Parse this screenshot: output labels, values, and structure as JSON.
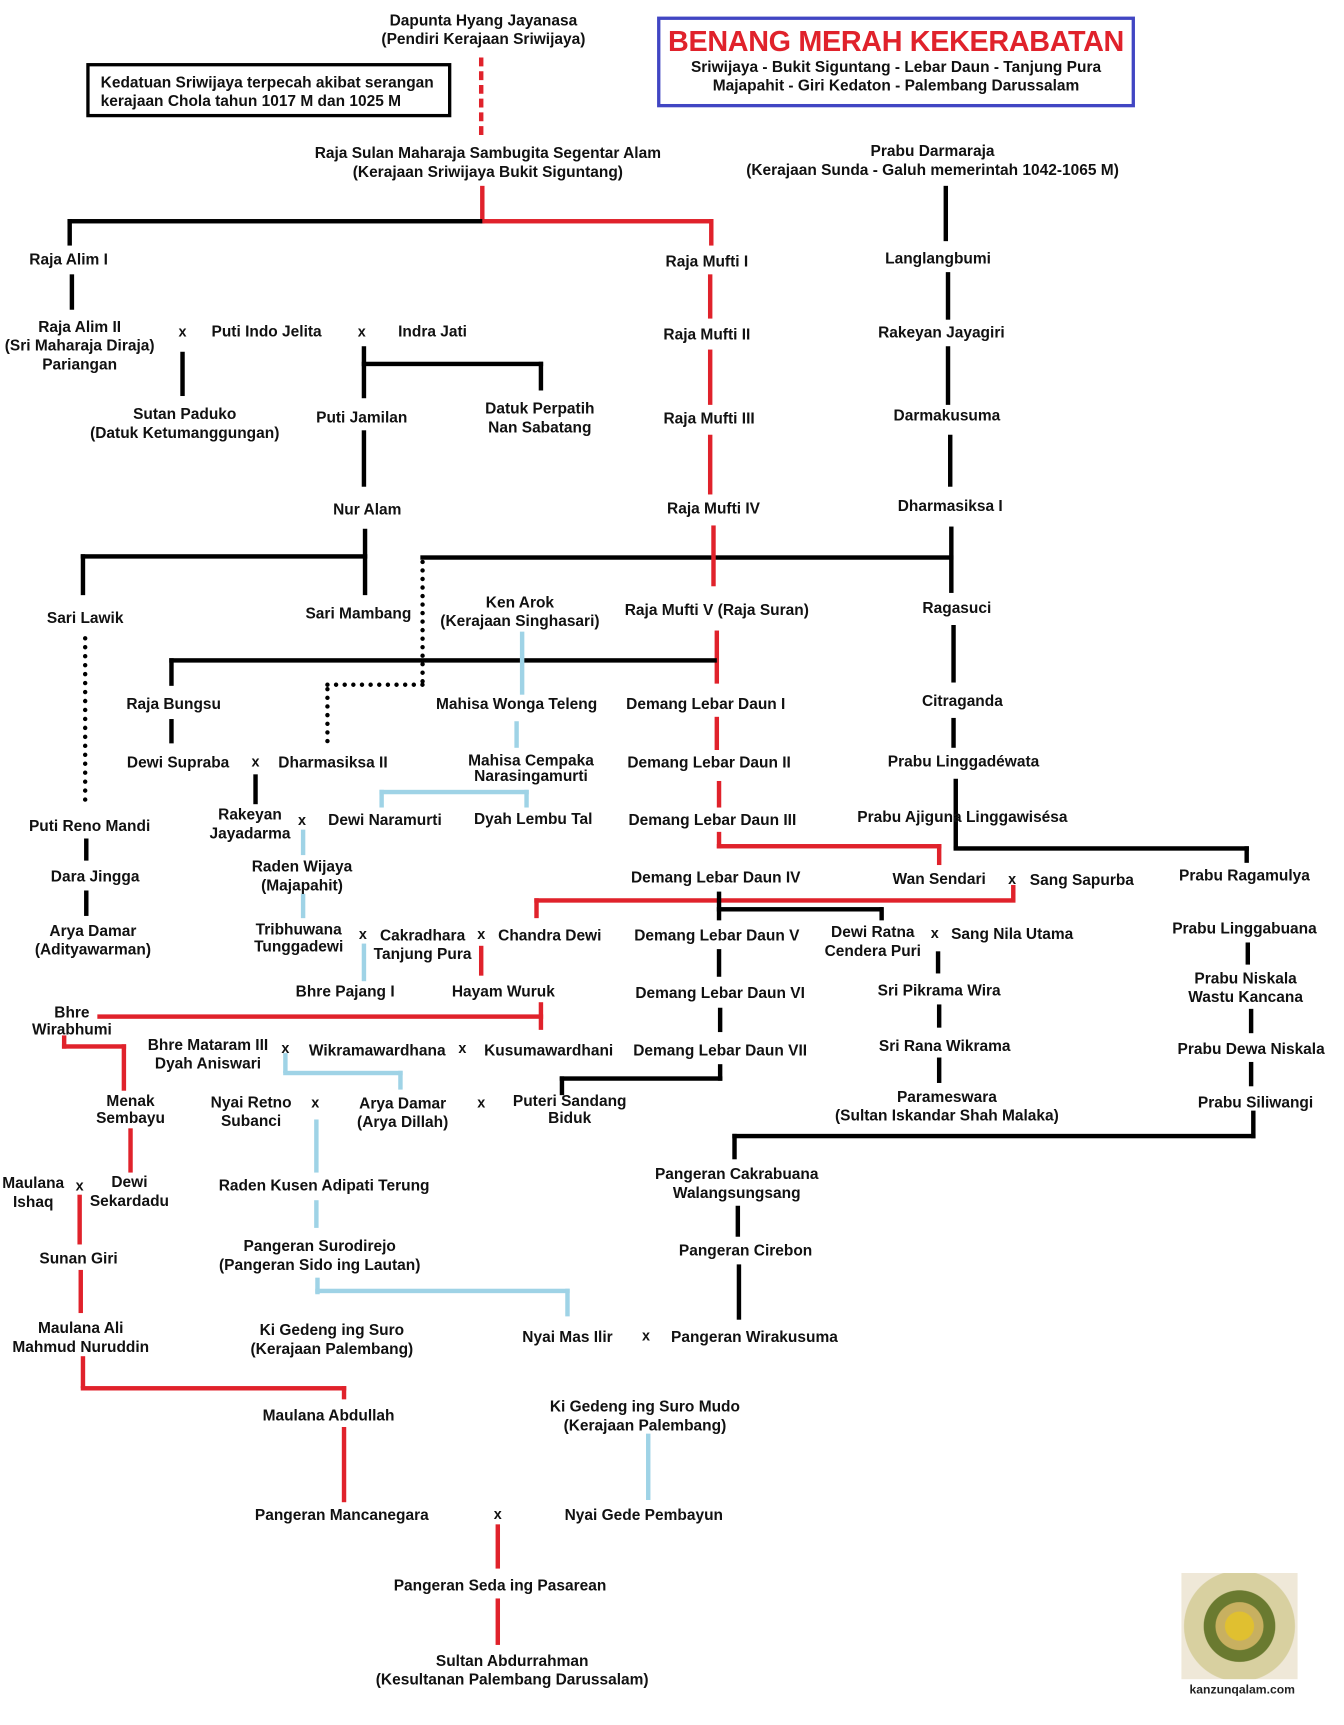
{
  "title": {
    "heading": "BENANG MERAH KEKERABATAN",
    "line1": "Sriwijaya - Bukit Siguntang - Lebar Daun - Tanjung Pura",
    "line2": "Majapahit - Giri Kedaton - Palembang Darussalam"
  },
  "note": [
    "Kedatuan Sriwijaya terpecah akibat serangan",
    "kerajaan Chola tahun 1017 M dan 1025 M"
  ],
  "marriage_symbol": "x",
  "watermark": "kanzunqalam.com",
  "colors": {
    "lineage_red": "#e0222b",
    "lineage_blue": "#9fd3e6",
    "title_border": "#4146c3"
  },
  "people": {
    "dapunta": [
      "Dapunta Hyang Jayanasa",
      "(Pendiri Kerajaan Sriwijaya)"
    ],
    "sulan": [
      "Raja Sulan Maharaja Sambugita Segentar Alam",
      "(Kerajaan Sriwijaya Bukit Siguntang)"
    ],
    "darmaraja": [
      "Prabu Darmaraja",
      "(Kerajaan Sunda - Galuh memerintah 1042-1065 M)"
    ],
    "alim1": [
      "Raja Alim I"
    ],
    "mufti1": [
      "Raja Mufti I"
    ],
    "langlang": [
      "Langlangbumi"
    ],
    "alim2": [
      "Raja Alim II",
      "(Sri Maharaja Diraja)",
      "Pariangan"
    ],
    "indojelita": [
      "Puti Indo Jelita"
    ],
    "indrajati": [
      "Indra Jati"
    ],
    "mufti2": [
      "Raja Mufti II"
    ],
    "jayagiri": [
      "Rakeyan Jayagiri"
    ],
    "paduko": [
      "Sutan Paduko",
      "(Datuk Ketumanggungan)"
    ],
    "jamilan": [
      "Puti Jamilan"
    ],
    "perpatih": [
      "Datuk Perpatih",
      "Nan Sabatang"
    ],
    "mufti3": [
      "Raja Mufti III"
    ],
    "darmakusuma": [
      "Darmakusuma"
    ],
    "nuralam": [
      "Nur Alam"
    ],
    "mufti4": [
      "Raja Mufti IV"
    ],
    "dharmasiksa1": [
      "Dharmasiksa I"
    ],
    "sarilawik": [
      "Sari Lawik"
    ],
    "sarimambang": [
      "Sari Mambang"
    ],
    "kenarok": [
      "Ken Arok",
      "(Kerajaan Singhasari)"
    ],
    "mufti5": [
      "Raja Mufti V (Raja Suran)"
    ],
    "ragasuci": [
      "Ragasuci"
    ],
    "bungsu": [
      "Raja Bungsu"
    ],
    "wonga": [
      "Mahisa Wonga Teleng"
    ],
    "dld1": [
      "Demang Lebar Daun I"
    ],
    "citraganda": [
      "Citraganda"
    ],
    "supraba": [
      "Dewi Supraba"
    ],
    "dharmasiksa2": [
      "Dharmasiksa II"
    ],
    "cempaka": [
      "Mahisa Cempaka",
      "Narasingamurti"
    ],
    "dld2": [
      "Demang Lebar Daun II"
    ],
    "linggadewata": [
      "Prabu Linggadéwata"
    ],
    "renomandi": [
      "Puti Reno Mandi"
    ],
    "jayadarma": [
      "Rakeyan",
      "Jayadarma"
    ],
    "naramurti": [
      "Dewi Naramurti"
    ],
    "lembutal": [
      "Dyah Lembu Tal"
    ],
    "dld3": [
      "Demang Lebar Daun III"
    ],
    "ajiguna": [
      "Prabu Ajiguna Linggawisésa"
    ],
    "darajingga": [
      "Dara Jingga"
    ],
    "wijaya": [
      "Raden Wijaya",
      "(Majapahit)"
    ],
    "dld4": [
      "Demang Lebar Daun IV"
    ],
    "wansendari": [
      "Wan Sendari"
    ],
    "sapurba": [
      "Sang Sapurba"
    ],
    "ragamulya": [
      "Prabu Ragamulya"
    ],
    "aryadamar1": [
      "Arya Damar",
      "(Adityawarman)"
    ],
    "tribhuwana": [
      "Tribhuwana",
      "Tunggadewi"
    ],
    "cakradhara": [
      "Cakradhara",
      "Tanjung Pura"
    ],
    "chandradewi": [
      "Chandra Dewi"
    ],
    "dld5": [
      "Demang Lebar Daun V"
    ],
    "ratna": [
      "Dewi Ratna",
      "Cendera Puri"
    ],
    "nilautama": [
      "Sang Nila Utama"
    ],
    "linggabuana": [
      "Prabu Linggabuana"
    ],
    "pajang": [
      "Bhre Pajang I"
    ],
    "hayamwuruk": [
      "Hayam Wuruk"
    ],
    "dld6": [
      "Demang Lebar Daun VI"
    ],
    "pikrama": [
      "Sri Pikrama Wira"
    ],
    "niskala": [
      "Prabu Niskala",
      "Wastu Kancana"
    ],
    "wirabhumi": [
      "Bhre",
      "Wirabhumi"
    ],
    "mataram": [
      "Bhre Mataram III",
      "Dyah Aniswari"
    ],
    "wikrama": [
      "Wikramawardhana"
    ],
    "kusuma": [
      "Kusumawardhani"
    ],
    "dld7": [
      "Demang Lebar Daun VII"
    ],
    "ranawikrama": [
      "Sri Rana Wikrama"
    ],
    "dewaniskala": [
      "Prabu Dewa Niskala"
    ],
    "menak": [
      "Menak",
      "Sembayu"
    ],
    "retno": [
      "Nyai Retno",
      "Subanci"
    ],
    "aryadamar2": [
      "Arya Damar",
      "(Arya Dillah)"
    ],
    "sandang": [
      "Puteri Sandang",
      "Biduk"
    ],
    "parameswara": [
      "Parameswara",
      "(Sultan Iskandar Shah Malaka)"
    ],
    "siliwangi": [
      "Prabu Siliwangi"
    ],
    "ishaq": [
      "Maulana",
      "Ishaq"
    ],
    "sekardadu": [
      "Dewi",
      "Sekardadu"
    ],
    "kusen": [
      "Raden Kusen Adipati Terung"
    ],
    "cakrabuana": [
      "Pangeran Cakrabuana",
      "Walangsungsang"
    ],
    "sunangiri": [
      "Sunan Giri"
    ],
    "surodirejo": [
      "Pangeran Surodirejo",
      "(Pangeran Sido ing Lautan)"
    ],
    "cirebon": [
      "Pangeran Cirebon"
    ],
    "nuruddin": [
      "Maulana Ali",
      "Mahmud Nuruddin"
    ],
    "kigedeng": [
      "Ki Gedeng ing Suro",
      "(Kerajaan Palembang)"
    ],
    "masilir": [
      "Nyai Mas Ilir"
    ],
    "wirakusuma": [
      "Pangeran Wirakusuma"
    ],
    "abdullah": [
      "Maulana Abdullah"
    ],
    "kigedengmudo": [
      "Ki Gedeng ing Suro Mudo",
      "(Kerajaan Palembang)"
    ],
    "mancanegara": [
      "Pangeran Mancanegara"
    ],
    "pembayun": [
      "Nyai Gede Pembayun"
    ],
    "seda": [
      "Pangeran Seda ing Pasarean"
    ],
    "abdurrahman": [
      "Sultan Abdurrahman",
      "(Kesultanan Palembang Darussalam)"
    ]
  }
}
